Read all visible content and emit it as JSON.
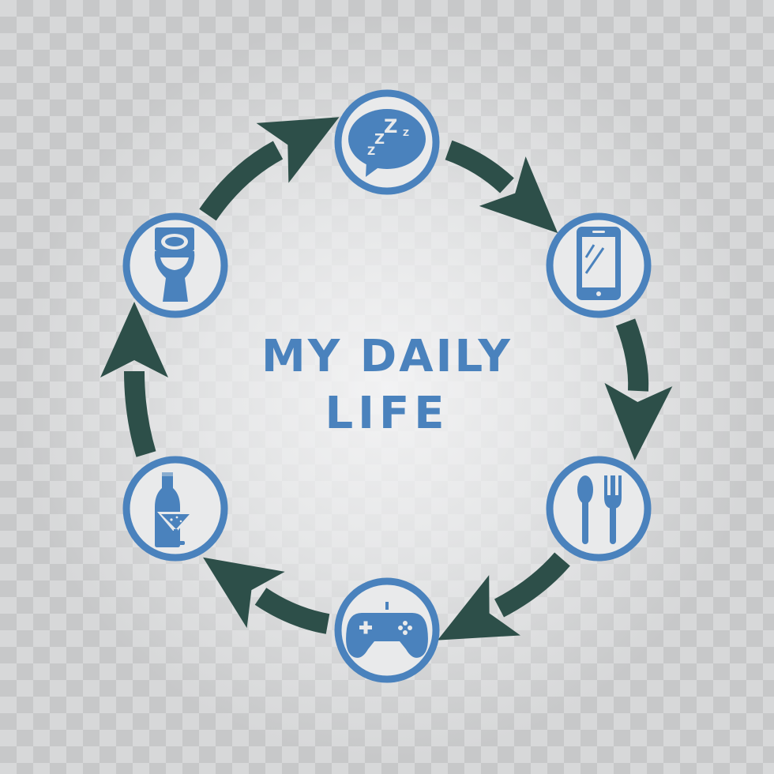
{
  "title": {
    "line1": "MY DAILY",
    "line2": "LIFE"
  },
  "colors": {
    "icon_blue": "#4a82bd",
    "arrow_green": "#2d4f49",
    "circle_fill": "#e9eaeb"
  },
  "cycle": [
    {
      "id": "sleep",
      "icon": "sleep-bubble-icon",
      "zzz": "Z"
    },
    {
      "id": "phone",
      "icon": "smartphone-icon"
    },
    {
      "id": "eat",
      "icon": "spoon-fork-icon"
    },
    {
      "id": "game",
      "icon": "gamepad-icon"
    },
    {
      "id": "drink",
      "icon": "bottle-cocktail-icon"
    },
    {
      "id": "toilet",
      "icon": "toilet-icon"
    }
  ]
}
